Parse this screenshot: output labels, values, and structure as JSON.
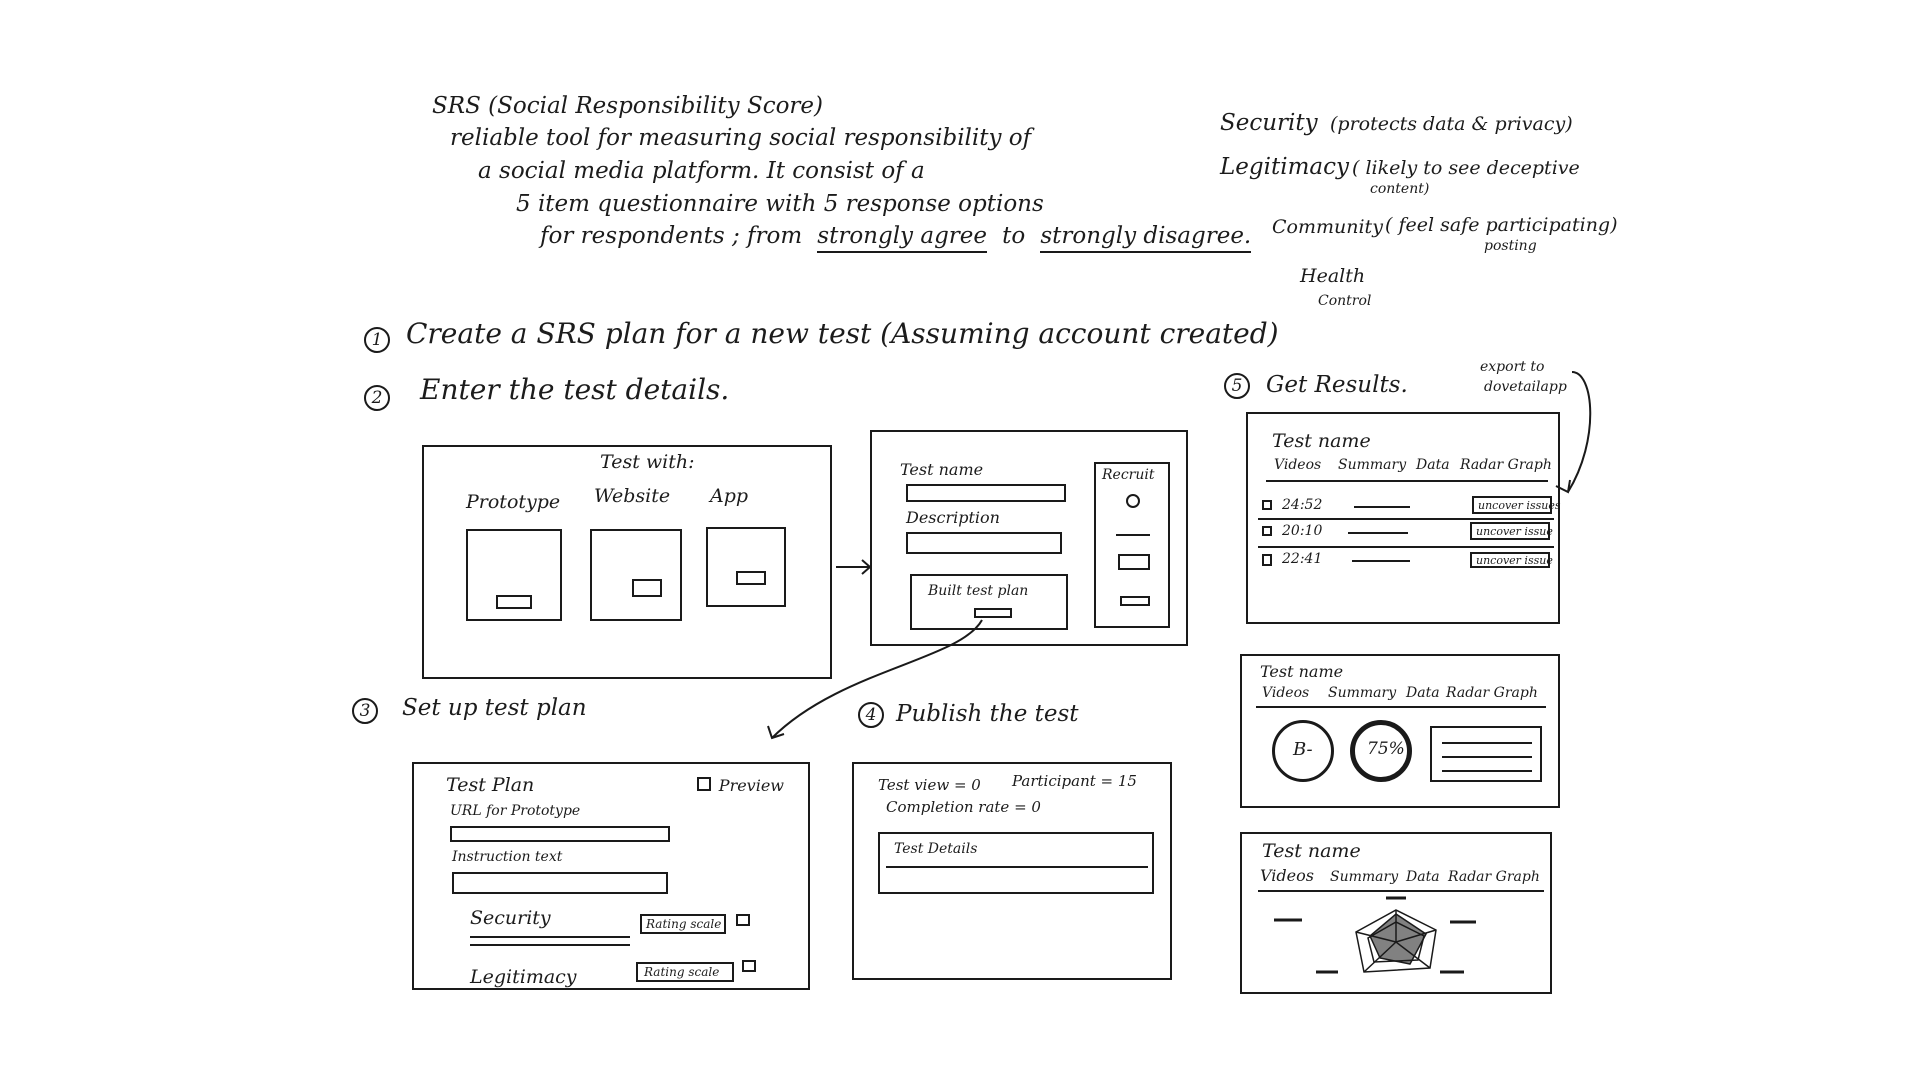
{
  "intro": {
    "line1": "SRS (Social Responsibility Score)",
    "line2": "reliable tool for measuring social responsibility of",
    "line3": "a social media platform. It consist of a",
    "line4": "5 item questionnaire with 5 response options",
    "line5a": "for respondents ; from",
    "line5b": "strongly agree",
    "line5c": "to",
    "line5d": "strongly disagree."
  },
  "criteria": {
    "security": "Security",
    "security_note": "(protects data & privacy)",
    "legitimacy": "Legitimacy",
    "legitimacy_note": "( likely to see deceptive",
    "legitimacy_note2": "content)",
    "community": "Community",
    "community_note": "( feel safe participating)",
    "community_note2": "posting",
    "health": "Health",
    "control": "Control"
  },
  "steps": {
    "s1_num": "1",
    "s1": "Create a SRS plan for a new test (Assuming account created)",
    "s2_num": "2",
    "s2": "Enter the test details.",
    "s3_num": "3",
    "s3": "Set up test plan",
    "s4_num": "4",
    "s4": "Publish the test",
    "s5_num": "5",
    "s5": "Get Results.",
    "export1": "export to",
    "export2": "dovetailapp"
  },
  "test_with": {
    "title": "Test with:",
    "prototype": "Prototype",
    "website": "Website",
    "app": "App"
  },
  "details": {
    "test_name": "Test name",
    "description": "Description",
    "build": "Built test plan",
    "recruit": "Recruit"
  },
  "plan": {
    "title": "Test Plan",
    "preview": "Preview",
    "url": "URL for Prototype",
    "instruction": "Instruction text",
    "security": "Security",
    "legitimacy": "Legitimacy",
    "rating": "Rating scale"
  },
  "publish": {
    "views": "Test view = 0",
    "participants": "Participant = 15",
    "completion": "Completion rate = 0",
    "details": "Test Details"
  },
  "results1": {
    "title": "Test name",
    "tabs": [
      "Videos",
      "Summary",
      "Data",
      "Radar Graph"
    ],
    "rows": [
      {
        "time": "24:52",
        "btn": "uncover issues"
      },
      {
        "time": "20:10",
        "btn": "uncover issue"
      },
      {
        "time": "22:41",
        "btn": "uncover issue"
      }
    ]
  },
  "results2": {
    "title": "Test name",
    "tabs": [
      "Videos",
      "Summary",
      "Data",
      "Radar Graph"
    ],
    "grade": "B-",
    "percent": "75%"
  },
  "results3": {
    "title": "Test name",
    "tabs": [
      "Videos",
      "Summary",
      "Data",
      "Radar Graph"
    ]
  }
}
